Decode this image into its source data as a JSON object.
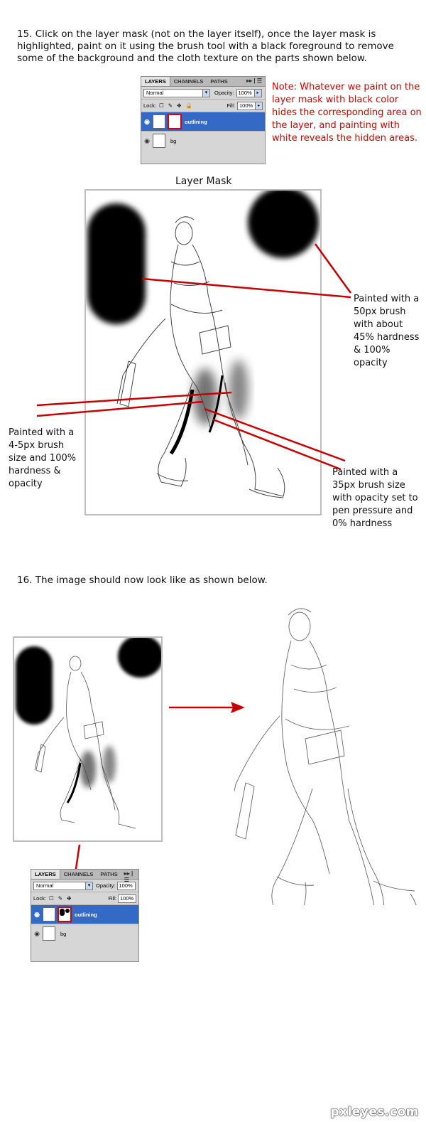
{
  "step15": {
    "text": "15. Click on the layer mask (not on the layer itself), once the layer mask is highlighted, paint on it using the brush tool with a black foreground to remove some of the background and the cloth texture on the parts shown below."
  },
  "note": "Note: Whatever we paint on the layer mask with black color hides the corresponding area on the layer, and painting with white reveals the hidden areas.",
  "panel": {
    "tabs": [
      "LAYERS",
      "CHANNELS",
      "PATHS"
    ],
    "tab_menu": "▸▸ | ☰",
    "blend_mode": "Normal",
    "opacity_label": "Opacity:",
    "opacity_value": "100%",
    "lock_label": "Lock:",
    "fill_label": "Fill:",
    "fill_value": "100%",
    "layers": [
      {
        "name": "outlining",
        "active": true
      },
      {
        "name": "bg",
        "active": false
      }
    ]
  },
  "layer_mask_title": "Layer Mask",
  "annotations": {
    "painted_50px": "Painted with a 50px brush with about 45% hardness & 100% opacity",
    "painted_4_5px": "Painted with a 4-5px brush size and 100% hardness & opacity",
    "painted_35px": "Painted with a 35px brush size with opacity set to pen pressure and 0% hardness"
  },
  "step16": {
    "text": "16. The image should now look like as shown below."
  },
  "watermark": "pxleyes.com",
  "colors": {
    "accent_red": "#d40000",
    "layer_active": "#3469c5"
  }
}
